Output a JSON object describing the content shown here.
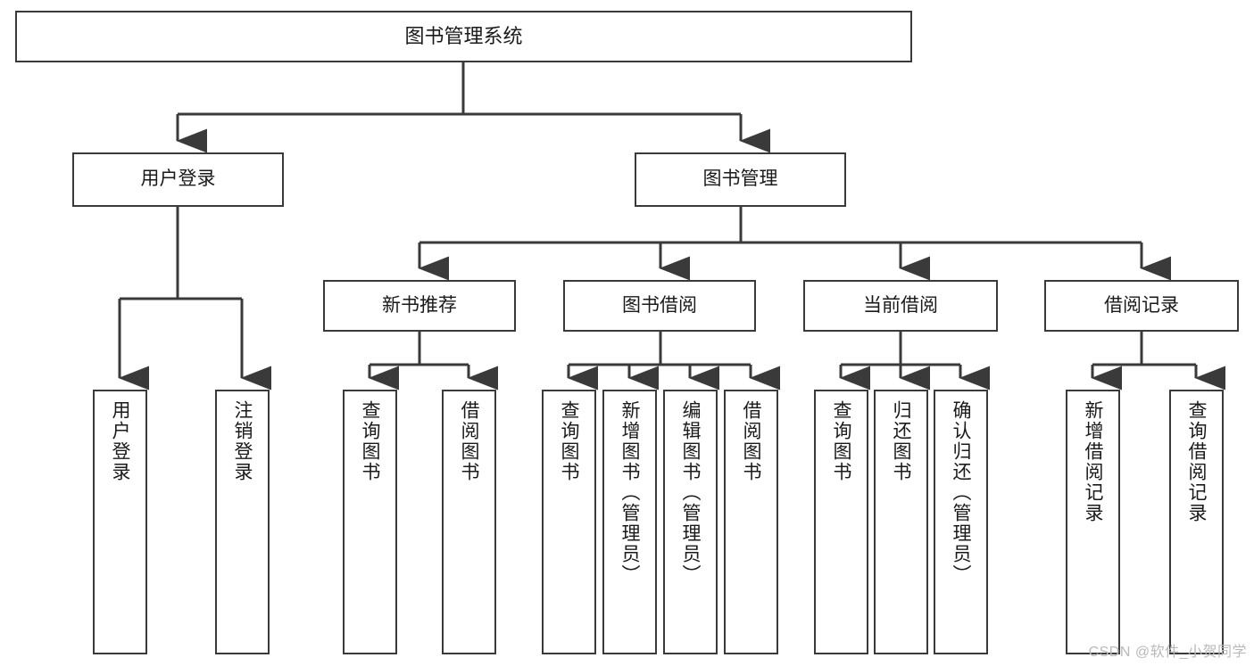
{
  "diagram": {
    "type": "hierarchy-tree",
    "title": "图书管理系统",
    "levels": 4,
    "root": {
      "label": "图书管理系统"
    },
    "level2": [
      {
        "label": "用户登录"
      },
      {
        "label": "图书管理"
      }
    ],
    "level3": [
      {
        "label": "新书推荐"
      },
      {
        "label": "图书借阅"
      },
      {
        "label": "当前借阅"
      },
      {
        "label": "借阅记录"
      }
    ],
    "leaves": {
      "user_login": [
        {
          "label": "用户登录"
        },
        {
          "label": "注销登录"
        }
      ],
      "new_book_recommend": [
        {
          "label": "查询图书"
        },
        {
          "label": "借阅图书"
        }
      ],
      "book_borrow": [
        {
          "label": "查询图书"
        },
        {
          "label": "新增图书（管理员）"
        },
        {
          "label": "编辑图书（管理员）"
        },
        {
          "label": "借阅图书"
        }
      ],
      "current_borrow": [
        {
          "label": "查询图书"
        },
        {
          "label": "归还图书"
        },
        {
          "label": "确认归还（管理员）"
        }
      ],
      "borrow_record": [
        {
          "label": "新增借阅记录"
        },
        {
          "label": "查询借阅记录"
        }
      ]
    }
  },
  "watermark": {
    "text": "CSDN @软件_小贺同学"
  },
  "colors": {
    "box_border": "#3a3a3a",
    "box_fill": "#ffffff",
    "text": "#1a1a1a",
    "connector": "#3a3a3a",
    "watermark": "#b9b9b9",
    "background": "#ffffff"
  }
}
